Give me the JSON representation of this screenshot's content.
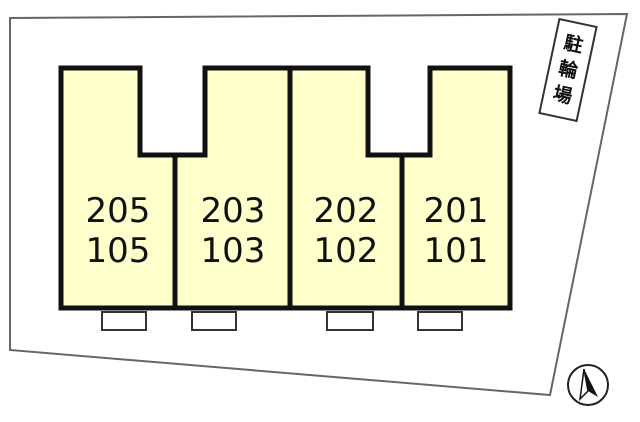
{
  "site": {
    "bicycle_parking_label": [
      "駐",
      "輪",
      "場"
    ]
  },
  "units": [
    {
      "upper": "205",
      "lower": "105"
    },
    {
      "upper": "203",
      "lower": "103"
    },
    {
      "upper": "202",
      "lower": "102"
    },
    {
      "upper": "201",
      "lower": "101"
    }
  ],
  "colors": {
    "unit_fill": "#ffffcc",
    "outline": "#111111",
    "site_fill": "#ffffff",
    "site_stroke": "#666666"
  },
  "icons": {
    "north_arrow": "north-arrow-icon"
  }
}
